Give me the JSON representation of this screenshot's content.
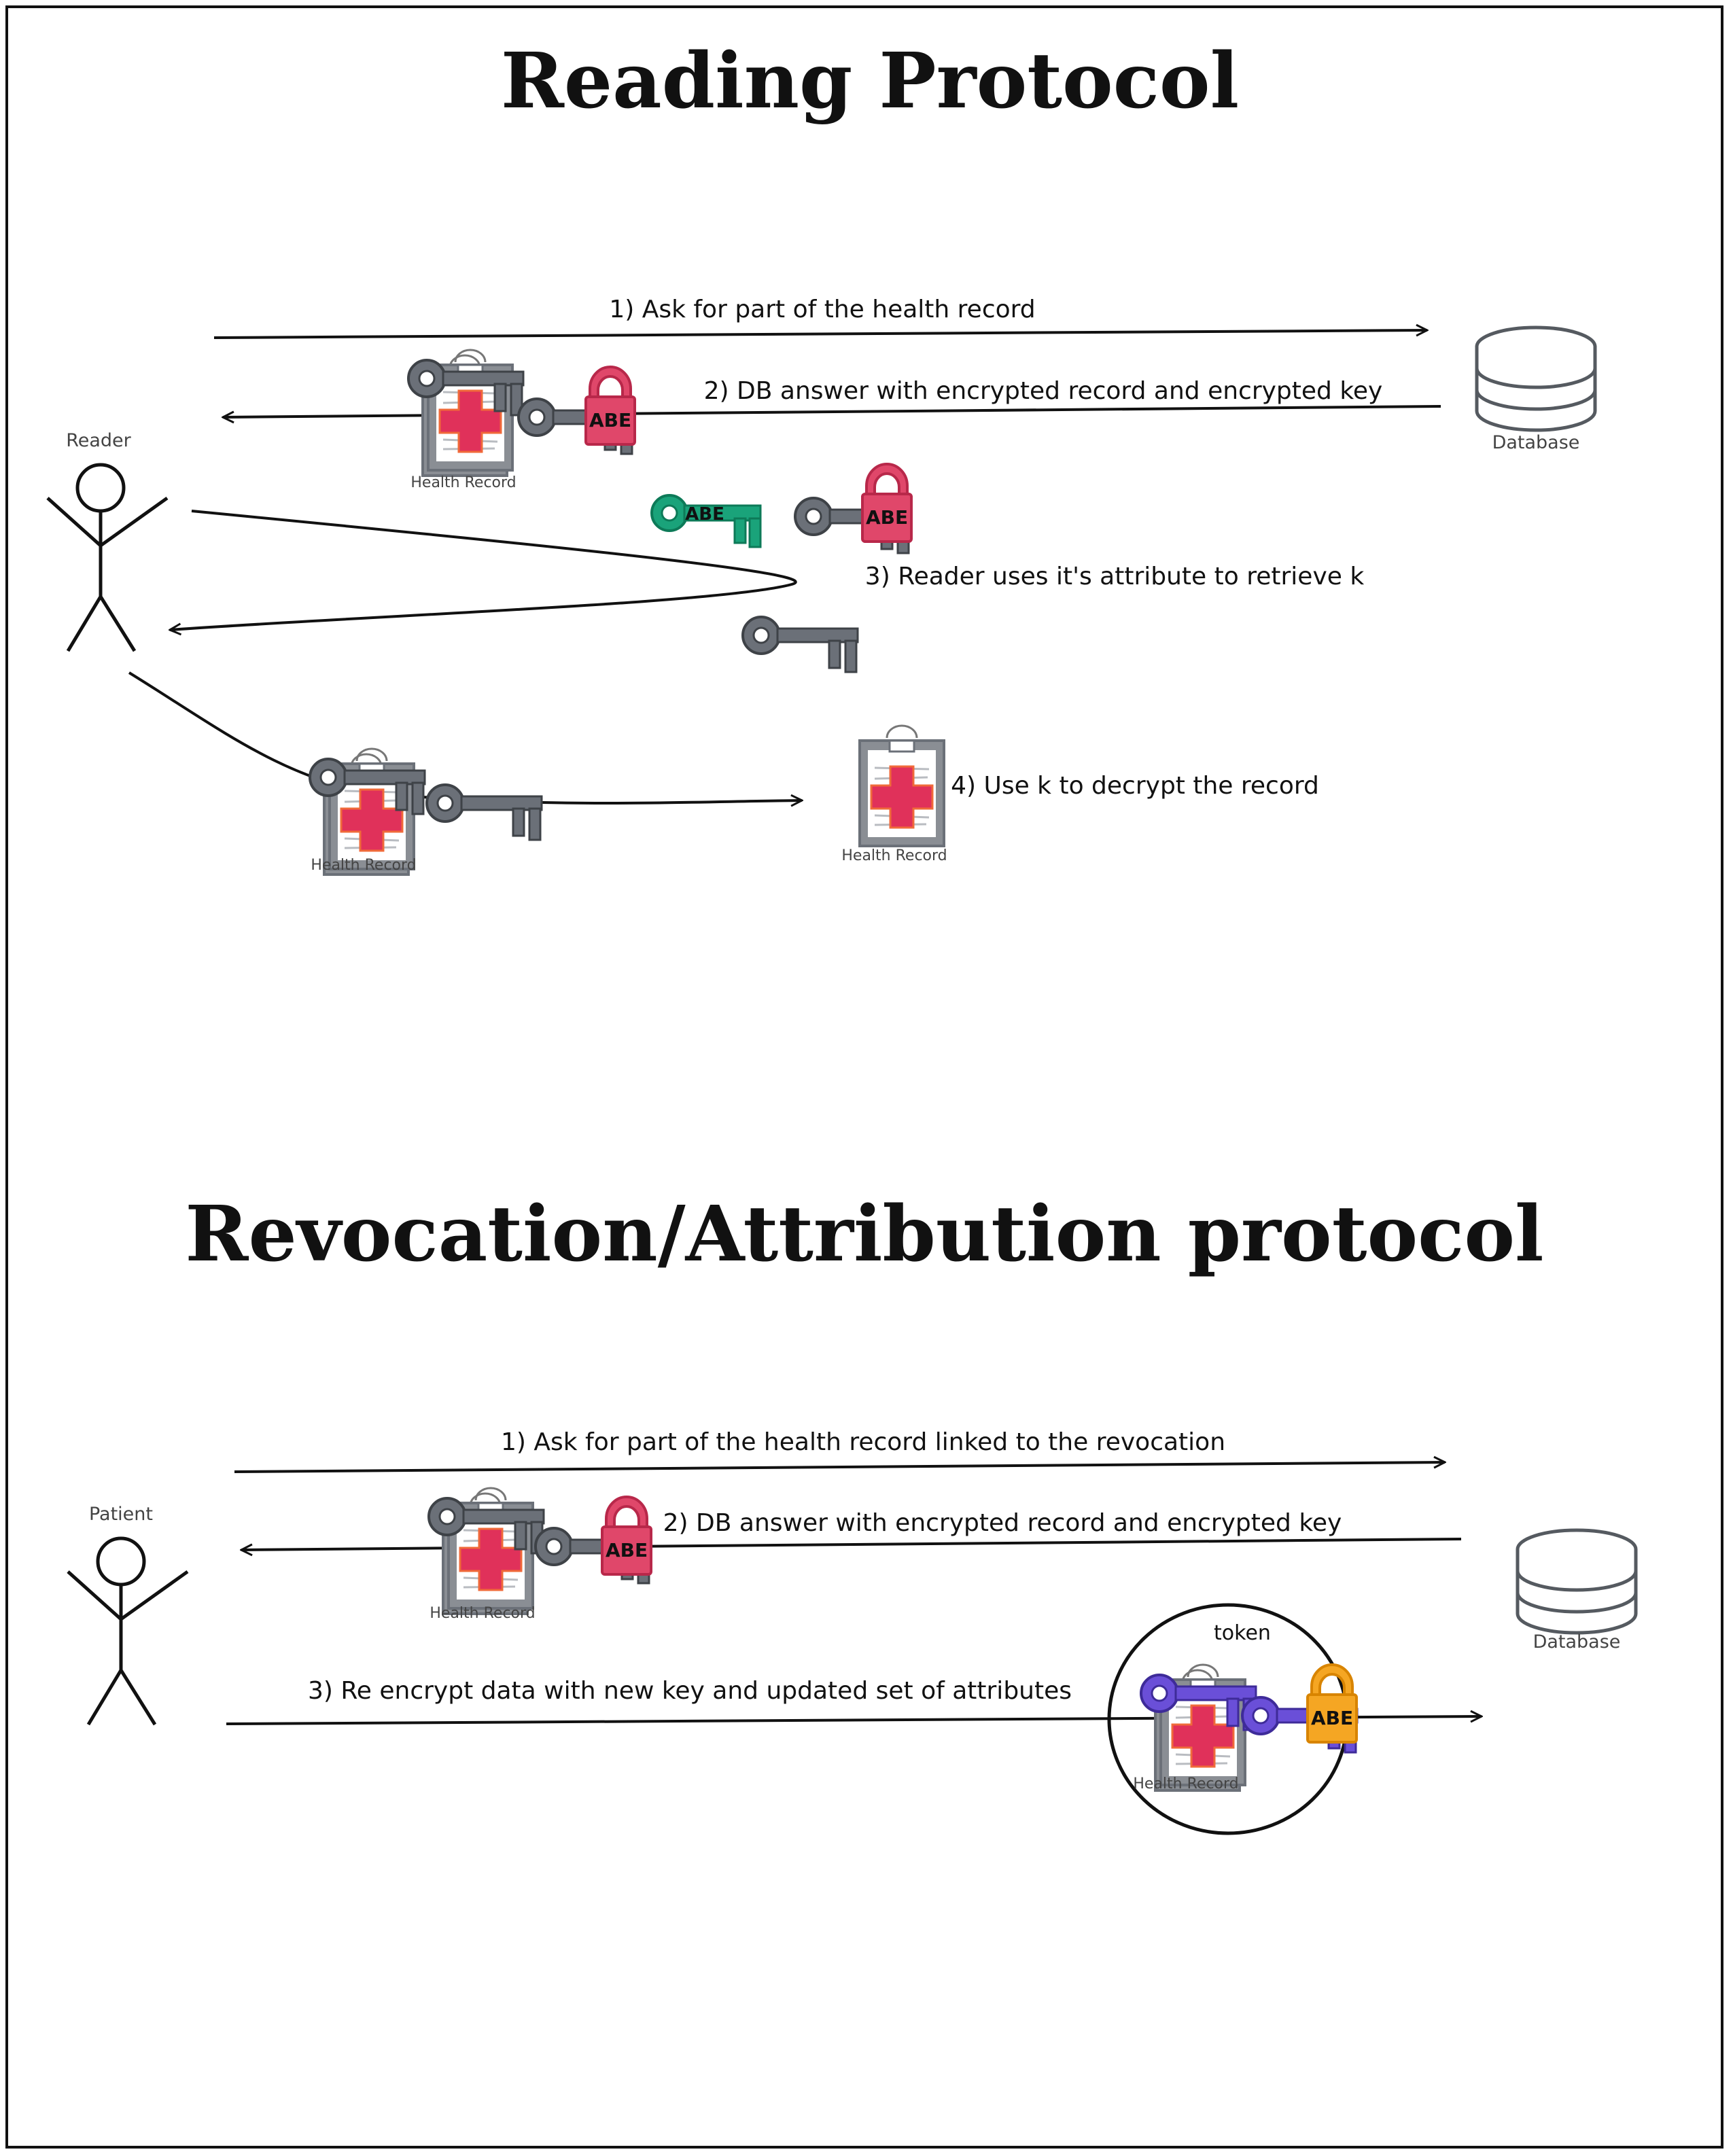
{
  "titles": {
    "reading": "Reading Protocol",
    "revocation": "Revocation/Attribution protocol"
  },
  "reading": {
    "actor": "Reader",
    "database": "Database",
    "step1": "1) Ask for part of the health record",
    "step2": "2) DB answer with encrypted record and encrypted key",
    "step3": "3) Reader uses it's attribute to retrieve k",
    "step4": "4) Use k to decrypt the record",
    "record_label_1": "Health Record",
    "record_label_2": "Health Record",
    "record_label_3": "Health Record"
  },
  "revocation": {
    "actor": "Patient",
    "database": "Database",
    "step1": "1) Ask for part of the health record linked to the revocation",
    "step2": "2) DB answer with encrypted record and encrypted key",
    "step3": "3) Re encrypt data with new key and updated set of attributes",
    "token": "token",
    "record_label_1": "Health Record",
    "record_label_2": "Health Record"
  },
  "lock_text": "ABE",
  "colors": {
    "ink": "#111111",
    "key_gray": "#6b7078",
    "abe_red": "#e0476a",
    "abe_green": "#1aa37a",
    "key_purple": "#6a4fd8",
    "abe_orange": "#f5a623",
    "cross_red": "#e0315a"
  },
  "icons": [
    "person-icon",
    "database-icon",
    "health-record-icon",
    "key-icon",
    "abe-lock-icon"
  ]
}
